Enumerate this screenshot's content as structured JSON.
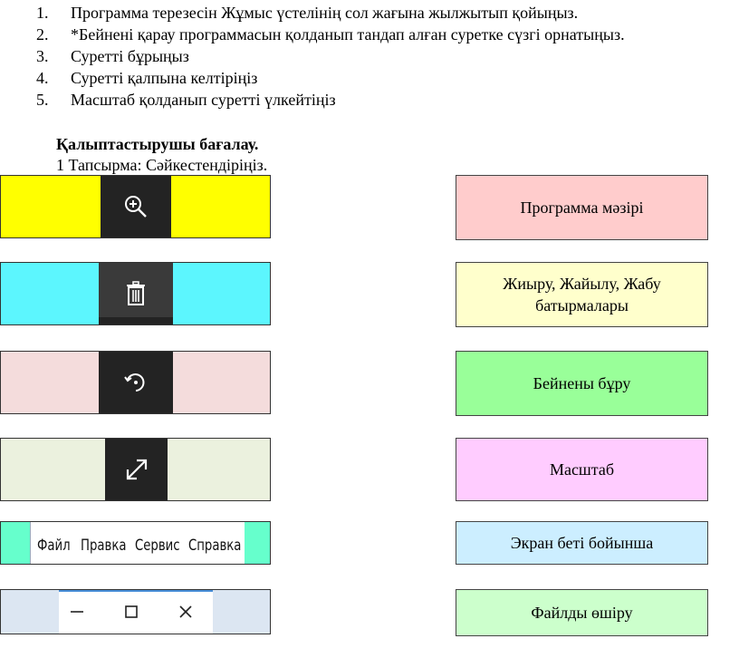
{
  "instructions": [
    {
      "num": "1.",
      "text": "Программа терезесін Жұмыс үстелінің сол жағына жылжытып қойыңыз."
    },
    {
      "num": "2.",
      "text": "*Бейнені қарау программасын қолданып тандап алған суретке сүзгі орнатыңыз."
    },
    {
      "num": "3.",
      "text": "Суретті бұрыңыз"
    },
    {
      "num": "4.",
      "text": "Суретті қалпына келтіріңіз"
    },
    {
      "num": "5.",
      "text": "Масштаб қолданып суретті үлкейтіңіз"
    }
  ],
  "assessment": {
    "heading": "Қалыптастырушы бағалау.",
    "task": "1 Тапсырма: Сәйкестендіріңіз."
  },
  "left_items": {
    "menu_labels": [
      "Файл",
      "Правка",
      "Сервис",
      "Справка"
    ],
    "icons": [
      "zoom-in-icon",
      "trash-icon",
      "rotate-icon",
      "fullscreen-icon",
      "minimize-icon",
      "maximize-icon",
      "close-icon"
    ]
  },
  "right_items": [
    "Программа мәзірі",
    "Жиыру, Жайылу, Жабу батырмалары",
    "Бейнены бұру",
    "Масштаб",
    "Экран беті бойынша",
    "Файлды өшіру"
  ],
  "colors": {
    "yellow": "#ffff00",
    "cyan": "#5cf6fe",
    "pink": "#f4dcdc",
    "pale_green": "#ebf1de",
    "mint": "#66ffcc",
    "light_blue": "#dce6f2",
    "right_1": "#ffcccc",
    "right_2": "#ffffcc",
    "right_3": "#99ff99",
    "right_4": "#ffccff",
    "right_5": "#cceeff",
    "right_6": "#ccffcc"
  }
}
